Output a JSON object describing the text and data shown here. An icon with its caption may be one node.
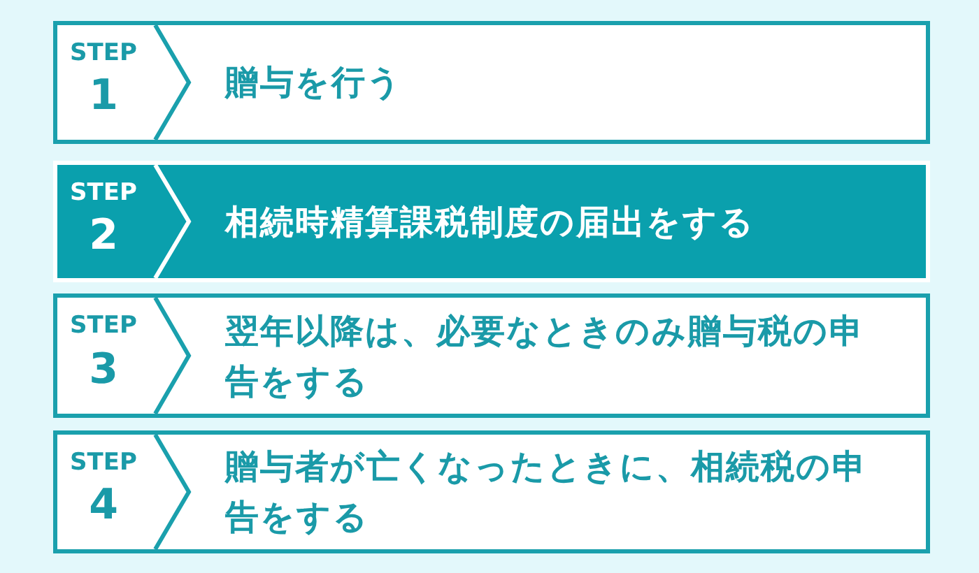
{
  "diagram": {
    "nodes": [
      {
        "text": [
          "STEP",
          "1",
          "贈与を行う"
        ]
      },
      {
        "text": [
          "STEP",
          "2",
          "相続時精算課税制度の届出をする"
        ]
      },
      {
        "text": [
          "STEP",
          "3",
          "翌年以降は、必要なときのみ贈与税の申告をする"
        ]
      },
      {
        "text": [
          "STEP",
          "4",
          "贈与者が亡くなったときに、相続税の申告をする"
        ]
      }
    ]
  }
}
